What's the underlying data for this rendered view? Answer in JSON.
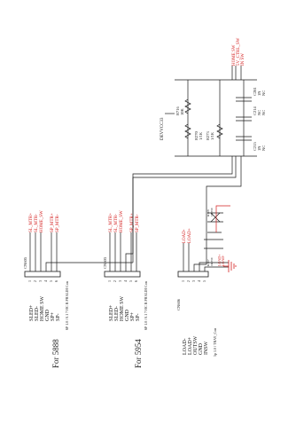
{
  "connectors": {
    "cn5888": {
      "ref": "CN605",
      "pins": [
        "1",
        "2",
        "3",
        "4",
        "5",
        "6"
      ],
      "signals": [
        "SLED+",
        "SLED-",
        "HOME SW",
        "GND",
        "SP+",
        "SP-"
      ],
      "nets": [
        "SL_MTR+",
        "SL_MTR-",
        "HOME_SW",
        "SP_MTR+",
        "SP_MTR-"
      ],
      "part": "6P 1.0 / 0.1 7 HC B PHALIH Con",
      "caption": "For 5888"
    },
    "cn5954": {
      "ref": "CN603",
      "pins": [
        "1",
        "2",
        "3",
        "4",
        "5",
        "6"
      ],
      "signals": [
        "SLED+",
        "SLED-",
        "HOME SW",
        "GND",
        "SP+",
        "SP-"
      ],
      "nets": [
        "SL_MTR+",
        "SL_MTR-",
        "HOME_SW",
        "SP_MTR+",
        "SP_MTR-"
      ],
      "part": "6P 1.0 / 0.1 7 HC B PHALIH Con",
      "caption": "For 5954"
    },
    "cn606": {
      "ref": "CN606",
      "pins": [
        "1",
        "2",
        "3",
        "4",
        "5"
      ],
      "signals": [
        "LOAD-",
        "LOAD+",
        "OUTSW",
        "GND",
        "INSW"
      ],
      "nets": [
        "LOAD-",
        "LOAD+"
      ],
      "part": "5p 1.0 / TRAY_Con"
    }
  },
  "top_nets": [
    "HOME SW",
    "5V_CTRL_SW",
    "IN SW"
  ],
  "power_label": "DEVVCC33",
  "resistors": [
    {
      "ref": "R716",
      "value": "10K"
    },
    {
      "ref": "R270",
      "value": "1/1K"
    },
    {
      "ref": "R273",
      "value": "1/1K"
    }
  ],
  "capacitors": [
    {
      "ref": "C281",
      "value": "1N",
      "extra": "NC"
    },
    {
      "ref": "C214",
      "value": "NC",
      "extra": "NC"
    },
    {
      "ref": "C215",
      "value": "1N",
      "extra": "NC"
    }
  ],
  "mid_parts": [
    {
      "ref": "R707",
      "value": "1K/NC"
    },
    {
      "ref": "R708",
      "value": "1K/NC"
    }
  ],
  "mid_nets": [
    "LOAD+",
    "LOAD-"
  ]
}
